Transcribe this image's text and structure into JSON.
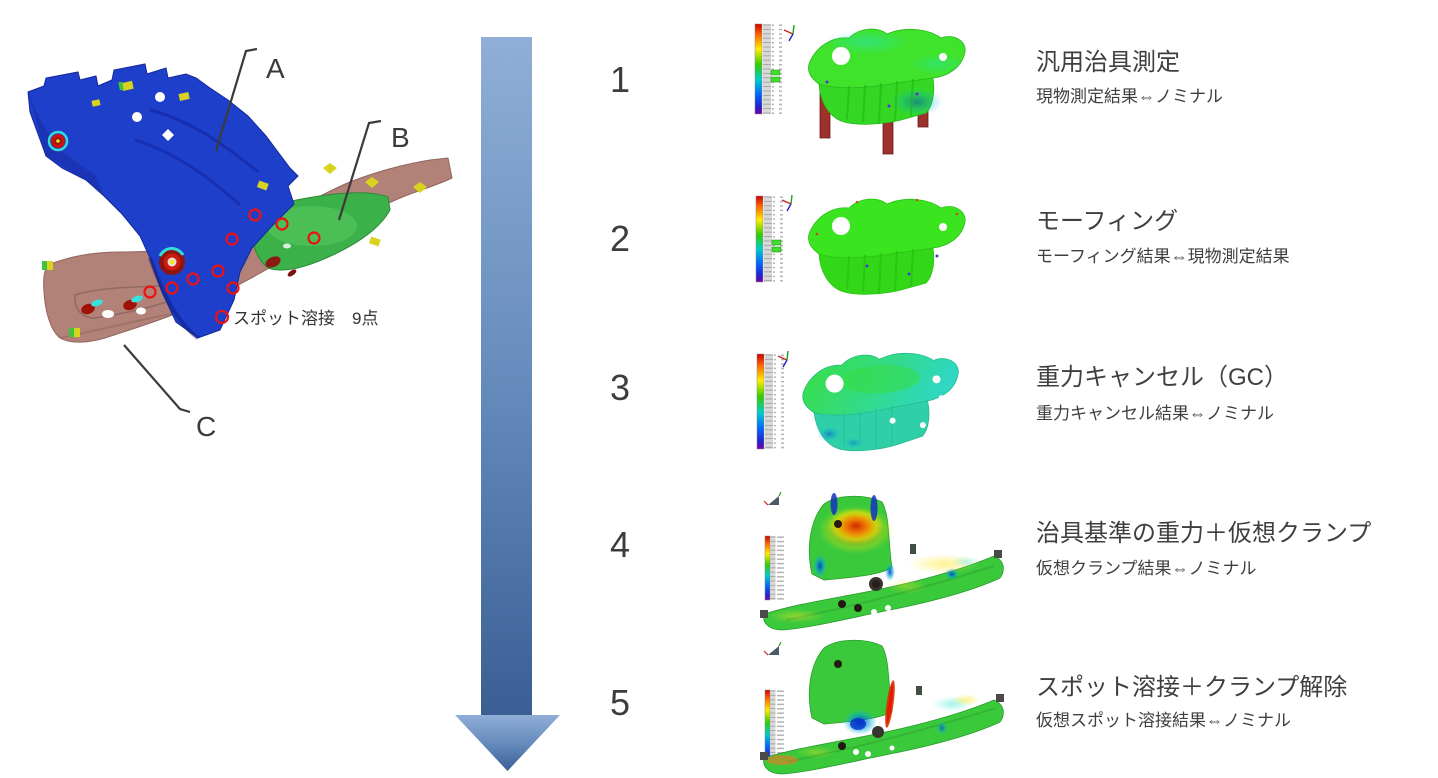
{
  "model": {
    "labels": {
      "a": "A",
      "b": "B",
      "c": "C"
    },
    "spot_weld_note": "スポット溶接　9点",
    "weld_point_count": "9"
  },
  "icons": {
    "flow_arrow": "down-arrow-icon",
    "axes_triad": "axes-triad-icon",
    "colorbar": "rainbow-colorbar",
    "weld_ring": "red-circle-marker"
  },
  "colors": {
    "part_a_blue": "#1e3fca",
    "part_b_green": "#3cb14a",
    "part_c_brown": "#b28178",
    "tab_yellow": "#d8d31f",
    "weld_ring_red": "#ee1111",
    "arrow_top": "#90aed7",
    "arrow_bottom": "#3a5e94",
    "text_dark": "#3f3f3f"
  },
  "steps": [
    {
      "number": "1",
      "title": "汎用治具測定",
      "subtitle": "現物測定結果⇔ノミナル"
    },
    {
      "number": "2",
      "title": "モーフィング",
      "subtitle": "モーフィング結果⇔現物測定結果"
    },
    {
      "number": "3",
      "title": "重力キャンセル（GC）",
      "subtitle": "重力キャンセル結果⇔ノミナル"
    },
    {
      "number": "4",
      "title": "治具基準の重力＋仮想クランプ",
      "subtitle": "仮想クランプ結果⇔ノミナル"
    },
    {
      "number": "5",
      "title": "スポット溶接＋クランプ解除",
      "subtitle": "仮想スポット溶接結果⇔ノミナル"
    }
  ]
}
